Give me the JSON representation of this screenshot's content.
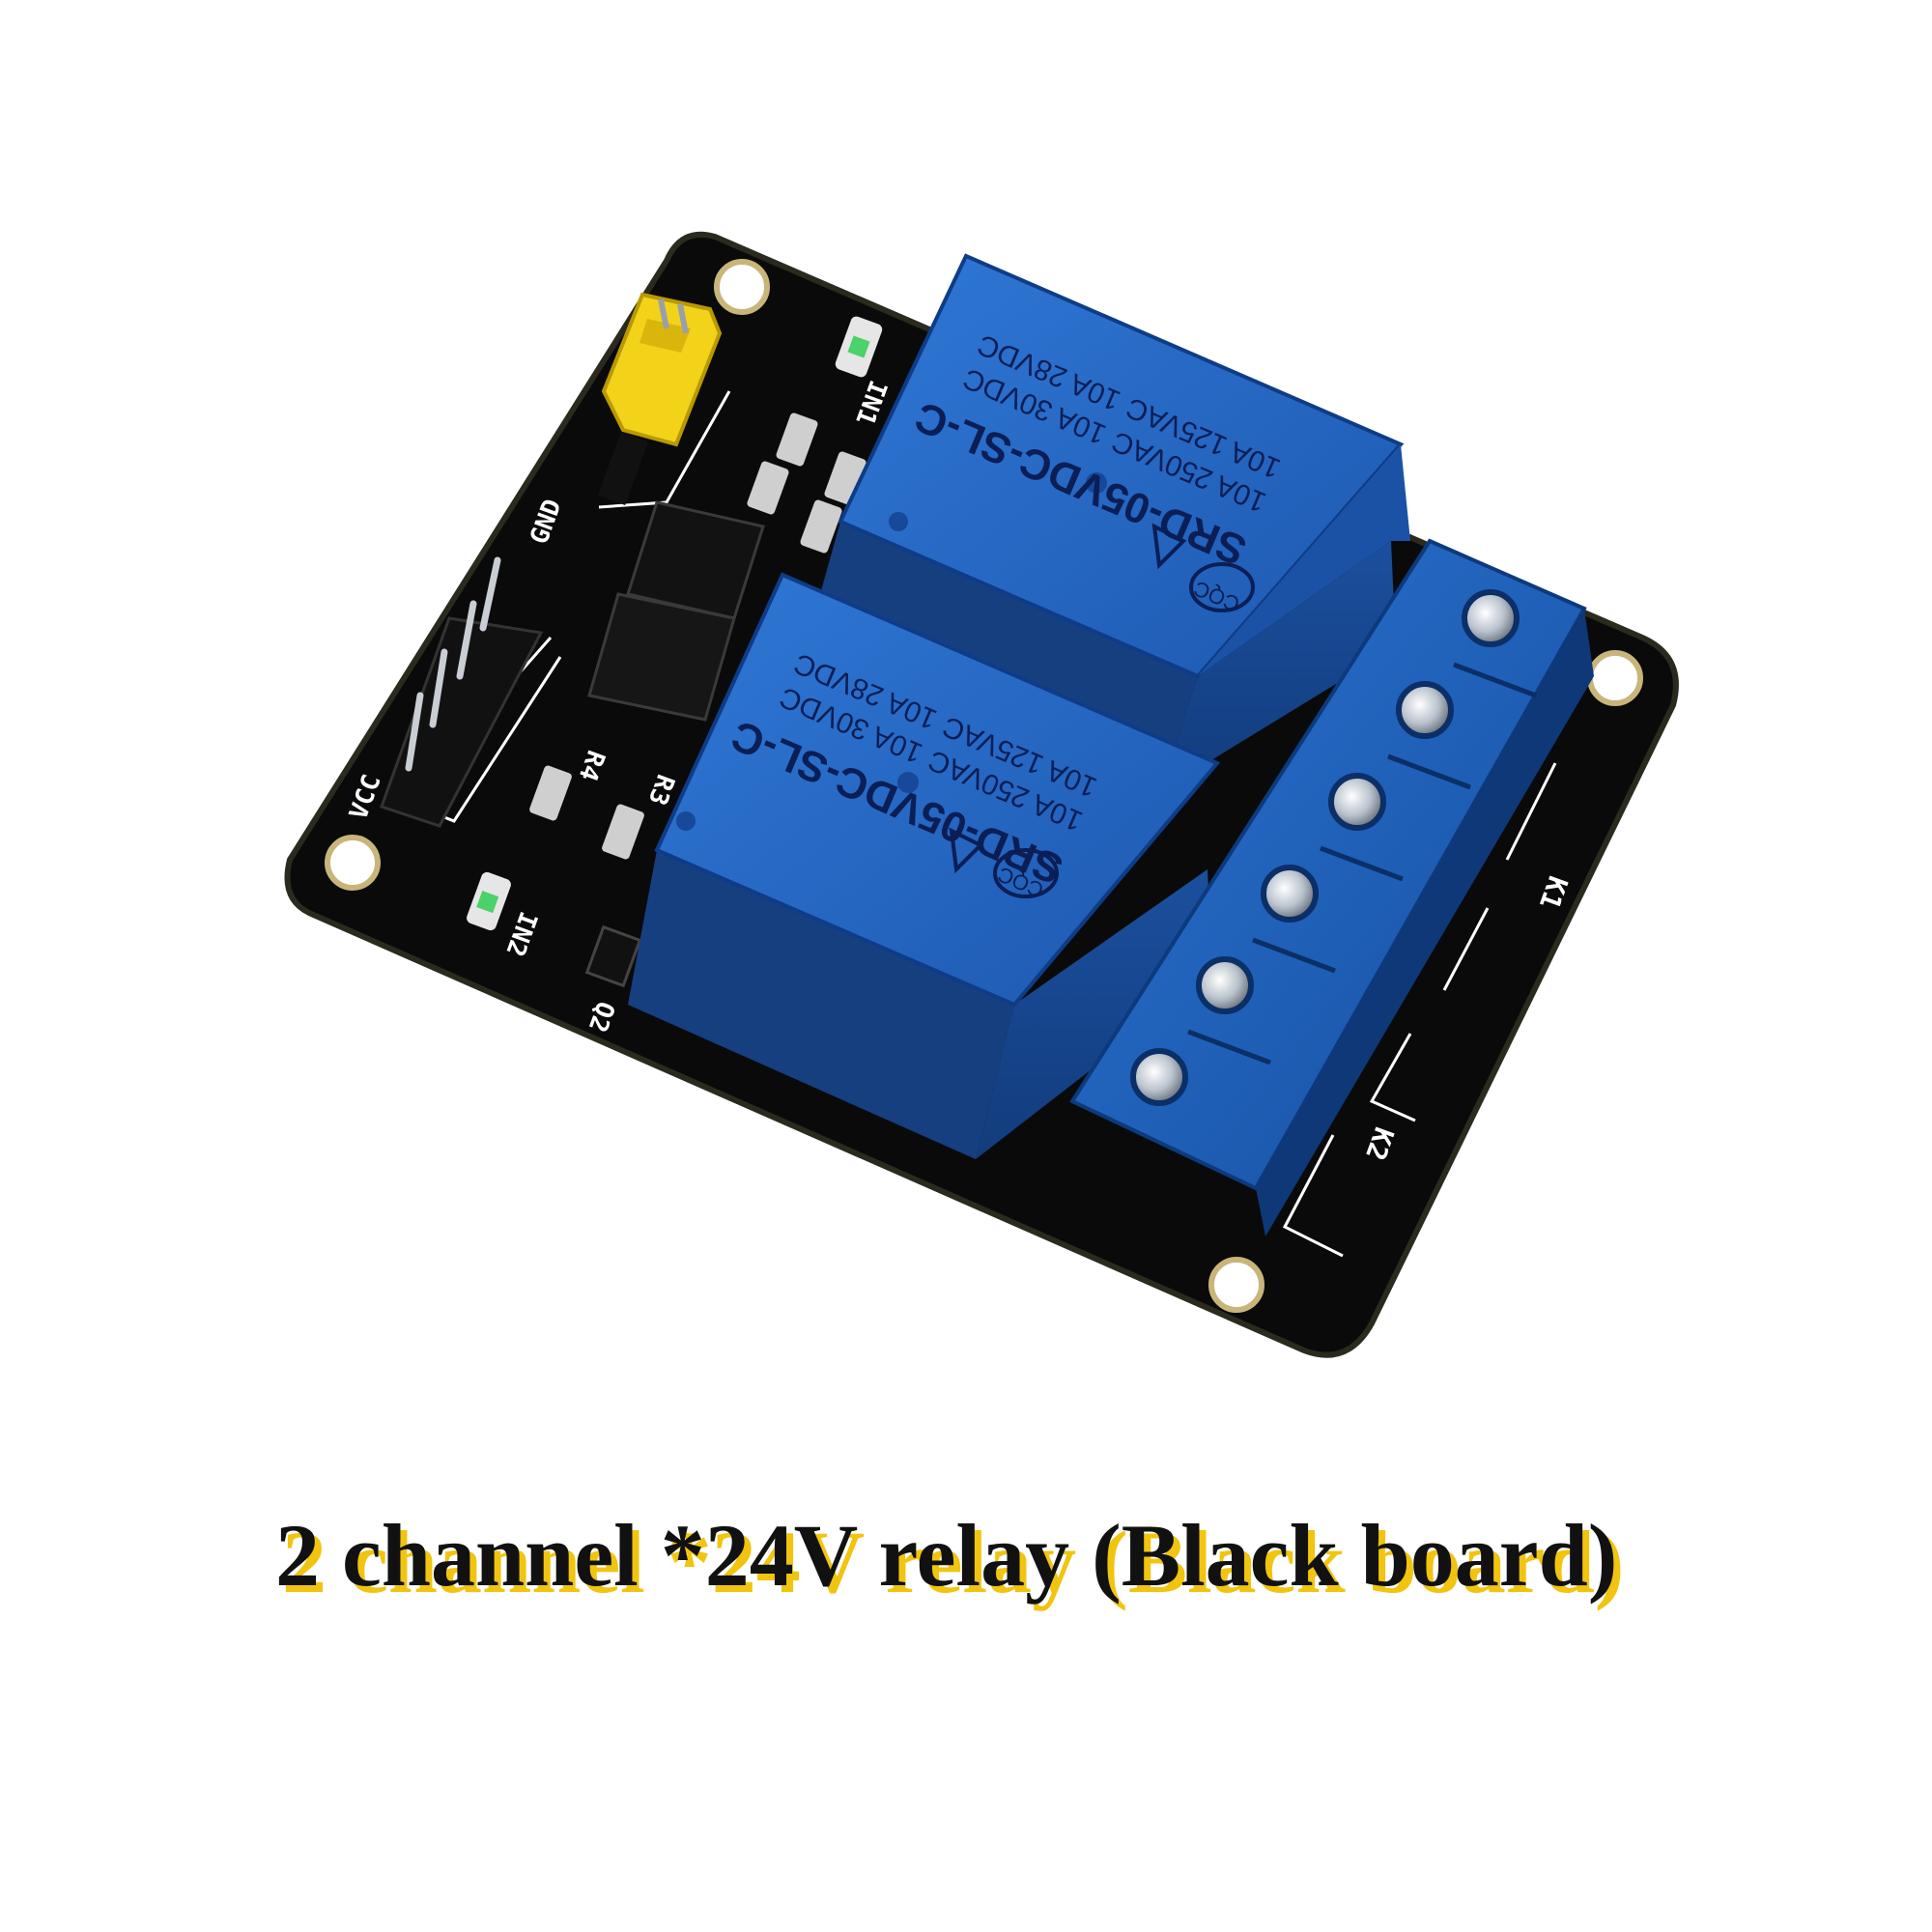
{
  "caption": "2 channel *24V relay (Black board)",
  "colors": {
    "pcb": "#0a0a0a",
    "relay_body": "#1f5fb8",
    "relay_top": "#2a6fcc",
    "terminal_block": "#1a5cc4",
    "jumper": "#f3d21a",
    "caption_highlight": "#f1c40f"
  },
  "board": {
    "labels": {
      "in1": "IN1",
      "in2": "IN2",
      "gnd": "GND",
      "vcc": "VCC",
      "r3": "R3",
      "r4": "R4",
      "k1": "K1",
      "k2": "K2",
      "q2": "Q2"
    }
  },
  "relays": [
    {
      "model": "SRD-05VDC-SL-C",
      "rating_1": "10A 250VAC",
      "rating_2": "10A 125VAC",
      "rating_3": "10A 30VDC",
      "rating_4": "10A 28VDC",
      "cert": "CQC"
    },
    {
      "model": "SRD-05VDC-SL-C",
      "rating_1": "10A 250VAC",
      "rating_2": "10A 125VAC",
      "rating_3": "10A 30VDC",
      "rating_4": "10A 28VDC",
      "cert": "CQC"
    }
  ],
  "terminal_screw_count": 6
}
